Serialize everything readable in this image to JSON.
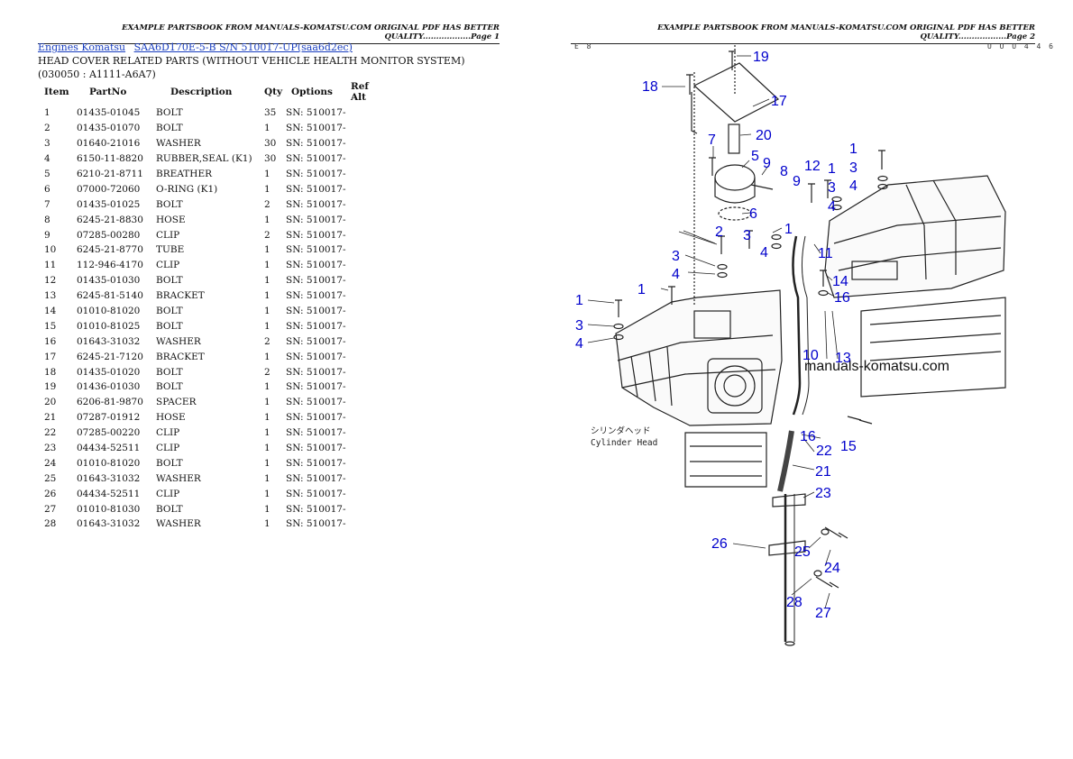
{
  "page1": {
    "header": "EXAMPLE PARTSBOOK FROM MANUALS-KOMATSU.COM ORIGINAL PDF HAS BETTER QUALITY..................Page 1",
    "breadcrumbs": [
      "Engines Komatsu",
      "SAA6D170E-5-B S/N 510017-UP(saa6d2ec)"
    ],
    "title": "HEAD COVER RELATED PARTS (WITHOUT VEHICLE HEALTH MONITOR SYSTEM)(030050 : A1111-A6A7)",
    "columns": [
      "Item",
      "PartNo",
      "Description",
      "Qty",
      "Options",
      "Ref Alt"
    ],
    "rows": [
      [
        "1",
        "01435-01045",
        "BOLT",
        "35",
        "SN: 510017-",
        ""
      ],
      [
        "2",
        "01435-01070",
        "BOLT",
        "1",
        "SN: 510017-",
        ""
      ],
      [
        "3",
        "01640-21016",
        "WASHER",
        "30",
        "SN: 510017-",
        ""
      ],
      [
        "4",
        "6150-11-8820",
        "RUBBER,SEAL (K1)",
        "30",
        "SN: 510017-",
        ""
      ],
      [
        "5",
        "6210-21-8711",
        "BREATHER",
        "1",
        "SN: 510017-",
        ""
      ],
      [
        "6",
        "07000-72060",
        "O-RING (K1)",
        "1",
        "SN: 510017-",
        ""
      ],
      [
        "7",
        "01435-01025",
        "BOLT",
        "2",
        "SN: 510017-",
        ""
      ],
      [
        "8",
        "6245-21-8830",
        "HOSE",
        "1",
        "SN: 510017-",
        ""
      ],
      [
        "9",
        "07285-00280",
        "CLIP",
        "2",
        "SN: 510017-",
        ""
      ],
      [
        "10",
        "6245-21-8770",
        "TUBE",
        "1",
        "SN: 510017-",
        ""
      ],
      [
        "11",
        "112-946-4170",
        "CLIP",
        "1",
        "SN: 510017-",
        ""
      ],
      [
        "12",
        "01435-01030",
        "BOLT",
        "1",
        "SN: 510017-",
        ""
      ],
      [
        "13",
        "6245-81-5140",
        "BRACKET",
        "1",
        "SN: 510017-",
        ""
      ],
      [
        "14",
        "01010-81020",
        "BOLT",
        "1",
        "SN: 510017-",
        ""
      ],
      [
        "15",
        "01010-81025",
        "BOLT",
        "1",
        "SN: 510017-",
        ""
      ],
      [
        "16",
        "01643-31032",
        "WASHER",
        "2",
        "SN: 510017-",
        ""
      ],
      [
        "17",
        "6245-21-7120",
        "BRACKET",
        "1",
        "SN: 510017-",
        ""
      ],
      [
        "18",
        "01435-01020",
        "BOLT",
        "2",
        "SN: 510017-",
        ""
      ],
      [
        "19",
        "01436-01030",
        "BOLT",
        "1",
        "SN: 510017-",
        ""
      ],
      [
        "20",
        "6206-81-9870",
        "SPACER",
        "1",
        "SN: 510017-",
        ""
      ],
      [
        "21",
        "07287-01912",
        "HOSE",
        "1",
        "SN: 510017-",
        ""
      ],
      [
        "22",
        "07285-00220",
        "CLIP",
        "1",
        "SN: 510017-",
        ""
      ],
      [
        "23",
        "04434-52511",
        "CLIP",
        "1",
        "SN: 510017-",
        ""
      ],
      [
        "24",
        "01010-81020",
        "BOLT",
        "1",
        "SN: 510017-",
        ""
      ],
      [
        "25",
        "01643-31032",
        "WASHER",
        "1",
        "SN: 510017-",
        ""
      ],
      [
        "26",
        "04434-52511",
        "CLIP",
        "1",
        "SN: 510017-",
        ""
      ],
      [
        "27",
        "01010-81030",
        "BOLT",
        "1",
        "SN: 510017-",
        ""
      ],
      [
        "28",
        "01643-31032",
        "WASHER",
        "1",
        "SN: 510017-",
        ""
      ]
    ]
  },
  "page2": {
    "header": "EXAMPLE PARTSBOOK FROM MANUALS-KOMATSU.COM ORIGINAL PDF HAS BETTER QUALITY..................Page 2",
    "diagram_code_left": "E 8",
    "diagram_code_right": "U U U 4 4 6",
    "watermark": "manuals-komatsu.com",
    "jp_label": "シリンダヘッド",
    "en_label": "Cylinder Head",
    "callouts": [
      "19",
      "18",
      "17",
      "20",
      "7",
      "5",
      "9",
      "8",
      "9",
      "12",
      "1",
      "3",
      "4",
      "1",
      "3",
      "4",
      "6",
      "2",
      "1",
      "3",
      "11",
      "4",
      "3",
      "4",
      "1",
      "14",
      "16",
      "1",
      "3",
      "4",
      "10",
      "13",
      "16",
      "22",
      "15",
      "21",
      "23",
      "26",
      "25",
      "24",
      "28",
      "27"
    ]
  }
}
